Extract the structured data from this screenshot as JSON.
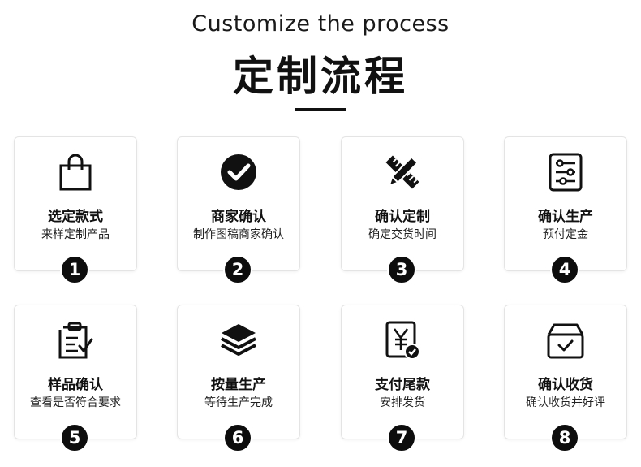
{
  "header": {
    "subtitle": "Customize the process",
    "title": "定制流程"
  },
  "steps": [
    {
      "number": "1",
      "title": "选定款式",
      "desc": "来样定制产品",
      "icon": "shopping-bag-icon"
    },
    {
      "number": "2",
      "title": "商家确认",
      "desc": "制作图稿商家确认",
      "icon": "check-circle-icon"
    },
    {
      "number": "3",
      "title": "确认定制",
      "desc": "确定交货时间",
      "icon": "pencil-ruler-icon"
    },
    {
      "number": "4",
      "title": "确认生产",
      "desc": "预付定金",
      "icon": "settings-list-icon"
    },
    {
      "number": "5",
      "title": "样品确认",
      "desc": "查看是否符合要求",
      "icon": "clipboard-check-icon"
    },
    {
      "number": "6",
      "title": "按量生产",
      "desc": "等待生产完成",
      "icon": "layers-icon"
    },
    {
      "number": "7",
      "title": "支付尾款",
      "desc": "安排发货",
      "icon": "yuan-payment-icon"
    },
    {
      "number": "8",
      "title": "确认收货",
      "desc": "确认收货并好评",
      "icon": "box-check-icon"
    }
  ]
}
